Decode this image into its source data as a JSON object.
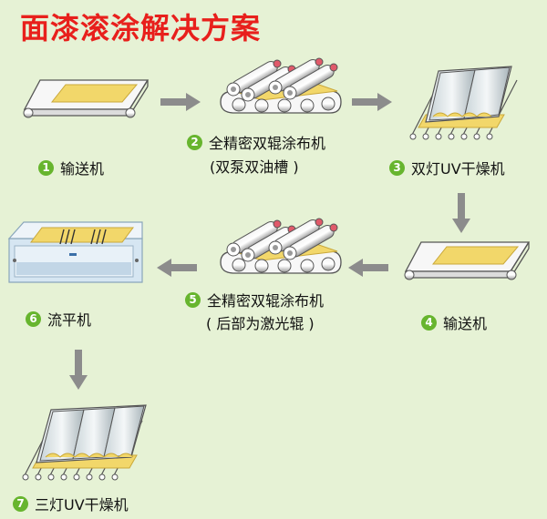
{
  "title": "面漆滚涂解决方案",
  "colors": {
    "title": "#e8201c",
    "badge": "#67b52e",
    "arrow": "#8c8c8c",
    "background": "#e6f2d5",
    "panel": "#f2d76a"
  },
  "steps": [
    {
      "num": "1",
      "label": "输送机",
      "sublabel": "",
      "icon": "conveyor-icon"
    },
    {
      "num": "2",
      "label": "全精密双辊涂布机",
      "sublabel": "(双泵双油槽 )",
      "icon": "double-roller-coater-icon"
    },
    {
      "num": "3",
      "label": "双灯UV干燥机",
      "sublabel": "",
      "icon": "uv-dryer-icon"
    },
    {
      "num": "4",
      "label": "输送机",
      "sublabel": "",
      "icon": "conveyor-icon"
    },
    {
      "num": "5",
      "label": "全精密双辊涂布机",
      "sublabel": "( 后部为激光辊 )",
      "icon": "double-roller-coater-icon"
    },
    {
      "num": "6",
      "label": "流平机",
      "sublabel": "",
      "icon": "leveling-machine-icon"
    },
    {
      "num": "7",
      "label": "三灯UV干燥机",
      "sublabel": "",
      "icon": "uv-dryer-icon"
    }
  ]
}
